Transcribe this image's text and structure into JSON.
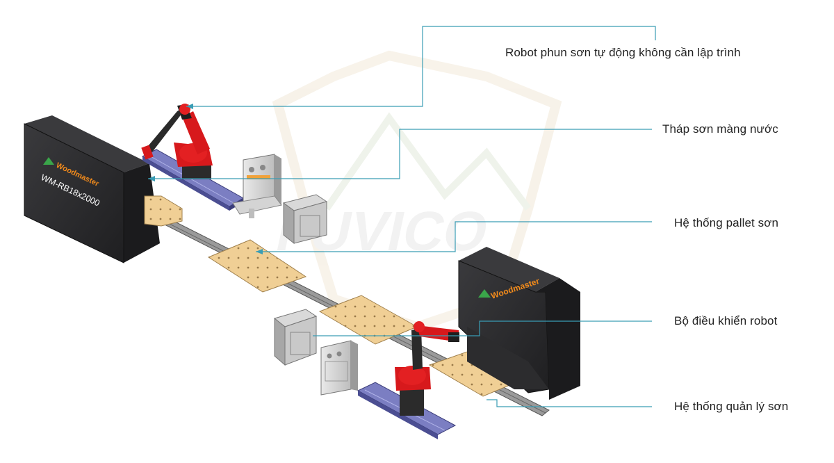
{
  "diagram": {
    "labels": {
      "robot": "Robot phun sơn tự động không cần lập trình",
      "tower": "Tháp sơn màng nước",
      "pallet": "Hệ thống pallet sơn",
      "controller": "Bộ điều khiển robot",
      "paint_mgmt": "Hệ thống quản lý sơn"
    },
    "booth_left": {
      "brand": "Woodmaster",
      "model": "WM-RB18x2000"
    },
    "booth_right": {
      "brand": "Woodmaster"
    },
    "watermark": {
      "text": "FUVICO"
    },
    "colors": {
      "leader_line": "#3a9db5",
      "robot_red": "#d7191c",
      "rail_blue": "#6f72b8",
      "booth_dark": "#2c2c2e",
      "pallet_wood": "#f0cf95",
      "brand_green": "#3aa64a",
      "brand_orange": "#f08a1c"
    }
  }
}
